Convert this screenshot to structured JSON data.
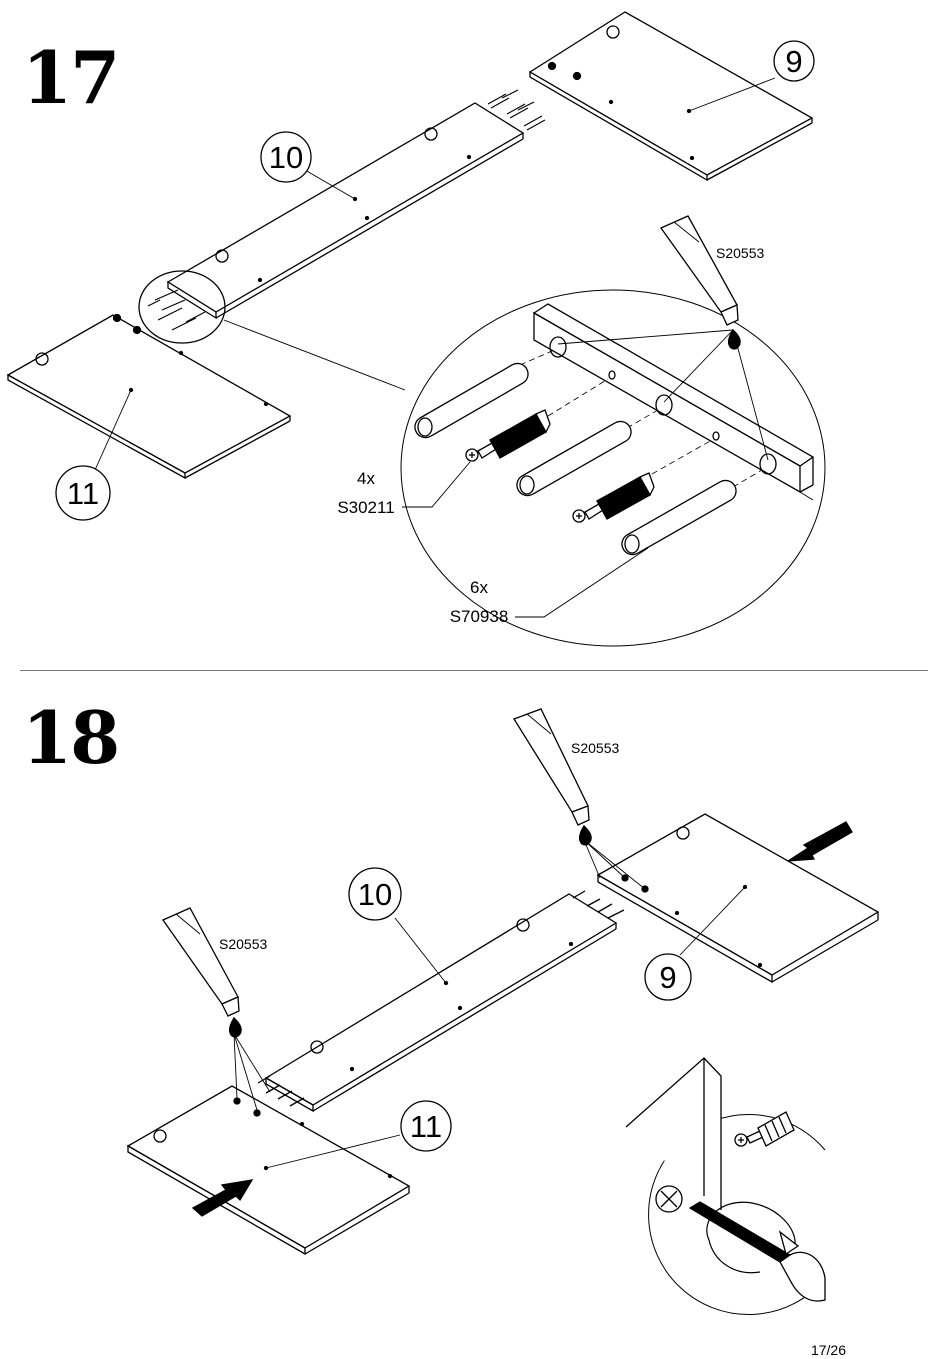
{
  "steps": [
    {
      "number": "17",
      "parts": [
        "9",
        "10",
        "11"
      ],
      "glue_code": "S20553",
      "detail": {
        "cam_qty": "4x",
        "cam_code": "S30211",
        "dowel_qty": "6x",
        "dowel_code": "S70938"
      }
    },
    {
      "number": "18",
      "parts": [
        "10",
        "9",
        "11"
      ],
      "glue_code_right": "S20553",
      "glue_code_left": "S20553"
    }
  ],
  "page_number": "17/26"
}
